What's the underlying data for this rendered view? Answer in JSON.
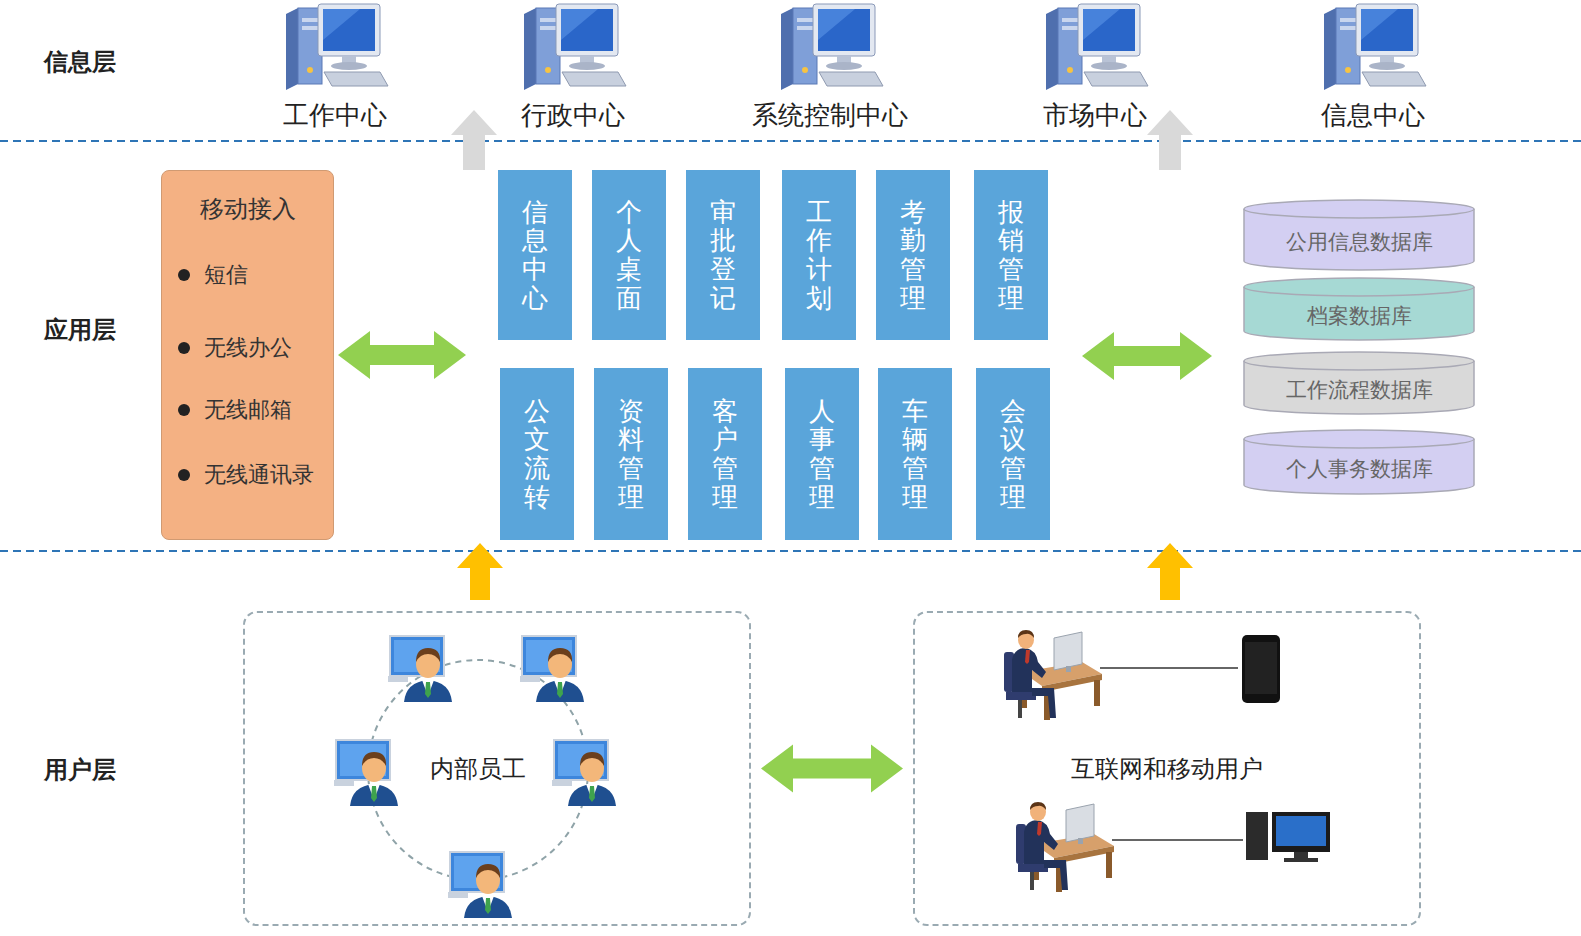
{
  "diagram": {
    "nodes": [
      {
        "text": [
          "移动接入",
          "短信",
          "无线办公",
          "无线邮箱",
          "无线通讯录"
        ]
      },
      {
        "text": [
          "信息中心"
        ]
      },
      {
        "text": [
          "个人桌面"
        ]
      },
      {
        "text": [
          "审批登记"
        ]
      },
      {
        "text": [
          "工作计划"
        ]
      },
      {
        "text": [
          "考勤管理"
        ]
      },
      {
        "text": [
          "报销管理"
        ]
      },
      {
        "text": [
          "公文流转"
        ]
      },
      {
        "text": [
          "资料管理"
        ]
      },
      {
        "text": [
          "客户管理"
        ]
      },
      {
        "text": [
          "人事管理"
        ]
      },
      {
        "text": [
          "车辆管理"
        ]
      },
      {
        "text": [
          "会议管理"
        ]
      },
      {
        "text": [
          "公用信息数据库"
        ]
      },
      {
        "text": [
          "档案数据库"
        ]
      },
      {
        "text": [
          "工作流程数据库"
        ]
      },
      {
        "text": [
          "个人事务数据库"
        ]
      },
      {
        "text": [
          "内部员工"
        ]
      },
      {
        "text": [
          "互联网和移动用户"
        ]
      }
    ],
    "edges": [
      {
        "from": 17,
        "to": 18,
        "arrow": "both"
      }
    ],
    "labels": [
      "信息层",
      "工作中心",
      "行政中心",
      "系统控制中心",
      "市场中心",
      "信息中心",
      "应用层",
      "用户层"
    ]
  }
}
